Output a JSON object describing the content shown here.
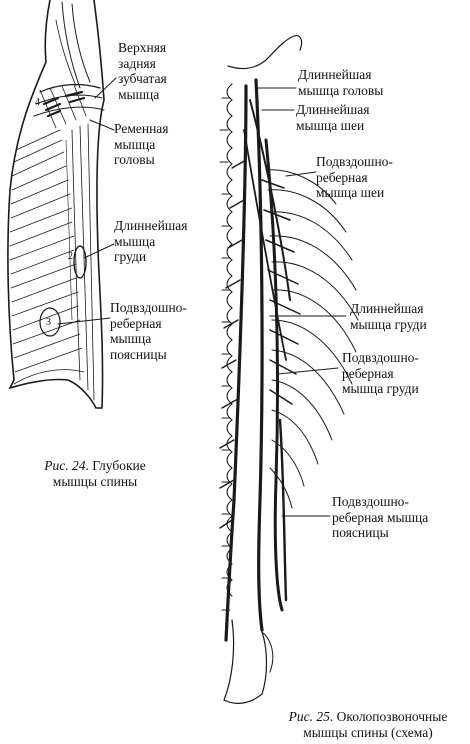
{
  "figure24": {
    "labels": {
      "serratus": "Верхняя\nзадняя\nзубчатая\nмышца",
      "splenius": "Ременная\nмышца\nголовы",
      "longissimus": "Длиннейшая\nмышца\nгруди",
      "iliocostalis": "Подвздошно-\nреберная\nмышца\nпоясницы"
    },
    "markers": [
      "4",
      "2",
      "3"
    ],
    "caption_num": "Рис. 24",
    "caption_text1": ". Глубокие",
    "caption_text2": "мышцы спины"
  },
  "figure25": {
    "labels": {
      "l_capitis": "Длиннейшая\nмышца головы",
      "l_cervicis": "Длиннейшая\nмышца шеи",
      "ic_cervicis": "Подвздошно-\nреберная\nмышца шеи",
      "l_thoracis": "Длиннейшая\nмышца груди",
      "ic_thoracis": "Подвздошно-\nреберная\nмышца груди",
      "ic_lumborum": "Подвздошно-\nреберная мышца\nпоясницы"
    },
    "caption_num": "Рис. 25",
    "caption_text1": ". Околопозвоночные",
    "caption_text2": "мышцы спины (схема)"
  }
}
